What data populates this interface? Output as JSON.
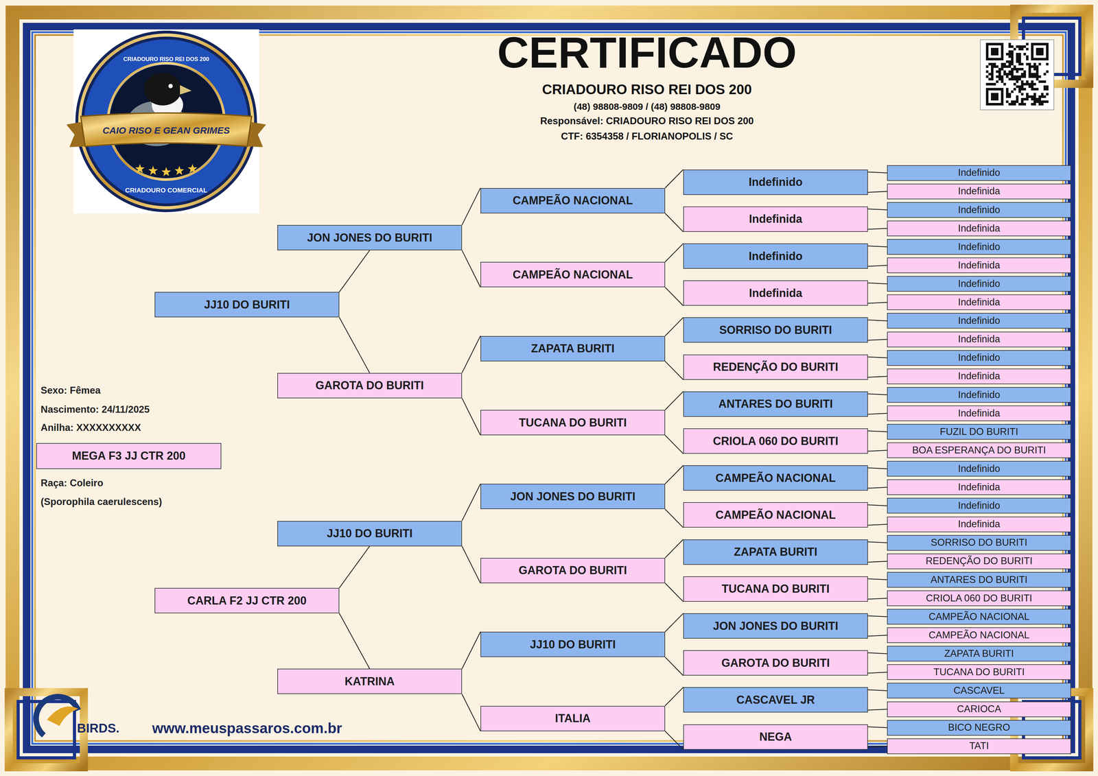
{
  "diagram": {
    "title": "CERTIFICADO",
    "nodes": [
      {
        "text": [
          "MEGA F3 JJ CTR 200"
        ]
      },
      {
        "text": [
          "JJ10 DO BURITI"
        ]
      },
      {
        "text": [
          "CARLA F2 JJ CTR 200"
        ]
      },
      {
        "text": [
          "JON JONES DO BURITI"
        ]
      },
      {
        "text": [
          "GAROTA DO BURITI"
        ]
      },
      {
        "text": [
          "JJ10 DO BURITI"
        ]
      },
      {
        "text": [
          "KATRINA"
        ]
      },
      {
        "text": [
          "CAMPEÃO NACIONAL"
        ]
      },
      {
        "text": [
          "CAMPEÃO NACIONAL"
        ]
      },
      {
        "text": [
          "ZAPATA BURITI"
        ]
      },
      {
        "text": [
          "TUCANA DO BURITI"
        ]
      },
      {
        "text": [
          "JON JONES DO BURITI"
        ]
      },
      {
        "text": [
          "GAROTA DO BURITI"
        ]
      },
      {
        "text": [
          "JJ10 DO BURITI"
        ]
      },
      {
        "text": [
          "ITALIA"
        ]
      },
      {
        "text": [
          "Indefinido"
        ]
      },
      {
        "text": [
          "Indefinida"
        ]
      },
      {
        "text": [
          "Indefinido"
        ]
      },
      {
        "text": [
          "Indefinida"
        ]
      },
      {
        "text": [
          "SORRISO DO BURITI"
        ]
      },
      {
        "text": [
          "REDENÇÃO DO BURITI"
        ]
      },
      {
        "text": [
          "ANTARES DO BURITI"
        ]
      },
      {
        "text": [
          "CRIOLA 060 DO BURITI"
        ]
      },
      {
        "text": [
          "CAMPEÃO NACIONAL"
        ]
      },
      {
        "text": [
          "CAMPEÃO NACIONAL"
        ]
      },
      {
        "text": [
          "ZAPATA BURITI"
        ]
      },
      {
        "text": [
          "TUCANA DO BURITI"
        ]
      },
      {
        "text": [
          "JON JONES DO BURITI"
        ]
      },
      {
        "text": [
          "GAROTA DO BURITI"
        ]
      },
      {
        "text": [
          "CASCAVEL JR"
        ]
      },
      {
        "text": [
          "NEGA"
        ]
      },
      {
        "text": [
          "Indefinido"
        ]
      },
      {
        "text": [
          "Indefinida"
        ]
      },
      {
        "text": [
          "Indefinido"
        ]
      },
      {
        "text": [
          "Indefinida"
        ]
      },
      {
        "text": [
          "Indefinido"
        ]
      },
      {
        "text": [
          "Indefinida"
        ]
      },
      {
        "text": [
          "Indefinido"
        ]
      },
      {
        "text": [
          "Indefinida"
        ]
      },
      {
        "text": [
          "Indefinido"
        ]
      },
      {
        "text": [
          "Indefinida"
        ]
      },
      {
        "text": [
          "Indefinido"
        ]
      },
      {
        "text": [
          "Indefinida"
        ]
      },
      {
        "text": [
          "Indefinido"
        ]
      },
      {
        "text": [
          "Indefinida"
        ]
      },
      {
        "text": [
          "FUZIL DO BURITI"
        ]
      },
      {
        "text": [
          "BOA ESPERANÇA DO BURITI"
        ]
      },
      {
        "text": [
          "Indefinido"
        ]
      },
      {
        "text": [
          "Indefinida"
        ]
      },
      {
        "text": [
          "Indefinido"
        ]
      },
      {
        "text": [
          "Indefinida"
        ]
      },
      {
        "text": [
          "SORRISO DO BURITI"
        ]
      },
      {
        "text": [
          "REDENÇÃO DO BURITI"
        ]
      },
      {
        "text": [
          "ANTARES DO BURITI"
        ]
      },
      {
        "text": [
          "CRIOLA 060 DO BURITI"
        ]
      },
      {
        "text": [
          "CAMPEÃO NACIONAL"
        ]
      },
      {
        "text": [
          "CAMPEÃO NACIONAL"
        ]
      },
      {
        "text": [
          "ZAPATA BURITI"
        ]
      },
      {
        "text": [
          "TUCANA DO BURITI"
        ]
      },
      {
        "text": [
          "CASCAVEL"
        ]
      },
      {
        "text": [
          "CARIOCA"
        ]
      },
      {
        "text": [
          "BICO NEGRO"
        ]
      },
      {
        "text": [
          "TATI"
        ]
      }
    ],
    "edges": [
      {
        "from": 1,
        "to": 3,
        "arrow": "none"
      },
      {
        "from": 1,
        "to": 4,
        "arrow": "none"
      },
      {
        "from": 2,
        "to": 5,
        "arrow": "none"
      },
      {
        "from": 2,
        "to": 6,
        "arrow": "none"
      },
      {
        "from": 3,
        "to": 7,
        "arrow": "none"
      },
      {
        "from": 3,
        "to": 8,
        "arrow": "none"
      },
      {
        "from": 4,
        "to": 9,
        "arrow": "none"
      },
      {
        "from": 4,
        "to": 10,
        "arrow": "none"
      },
      {
        "from": 5,
        "to": 11,
        "arrow": "none"
      },
      {
        "from": 5,
        "to": 12,
        "arrow": "none"
      },
      {
        "from": 6,
        "to": 13,
        "arrow": "none"
      },
      {
        "from": 6,
        "to": 14,
        "arrow": "none"
      },
      {
        "from": 7,
        "to": 15,
        "arrow": "none"
      },
      {
        "from": 7,
        "to": 16,
        "arrow": "none"
      },
      {
        "from": 8,
        "to": 17,
        "arrow": "none"
      },
      {
        "from": 8,
        "to": 18,
        "arrow": "none"
      },
      {
        "from": 9,
        "to": 19,
        "arrow": "none"
      },
      {
        "from": 9,
        "to": 20,
        "arrow": "none"
      },
      {
        "from": 10,
        "to": 21,
        "arrow": "none"
      },
      {
        "from": 10,
        "to": 22,
        "arrow": "none"
      },
      {
        "from": 11,
        "to": 23,
        "arrow": "none"
      },
      {
        "from": 11,
        "to": 24,
        "arrow": "none"
      },
      {
        "from": 12,
        "to": 25,
        "arrow": "none"
      },
      {
        "from": 12,
        "to": 26,
        "arrow": "none"
      },
      {
        "from": 13,
        "to": 27,
        "arrow": "none"
      },
      {
        "from": 13,
        "to": 28,
        "arrow": "none"
      },
      {
        "from": 14,
        "to": 29,
        "arrow": "none"
      },
      {
        "from": 14,
        "to": 30,
        "arrow": "none"
      },
      {
        "from": 15,
        "to": 31,
        "arrow": "none"
      },
      {
        "from": 15,
        "to": 32,
        "arrow": "none"
      },
      {
        "from": 16,
        "to": 33,
        "arrow": "none"
      },
      {
        "from": 16,
        "to": 34,
        "arrow": "none"
      },
      {
        "from": 17,
        "to": 35,
        "arrow": "none"
      },
      {
        "from": 17,
        "to": 36,
        "arrow": "none"
      },
      {
        "from": 18,
        "to": 37,
        "arrow": "none"
      },
      {
        "from": 18,
        "to": 38,
        "arrow": "none"
      },
      {
        "from": 19,
        "to": 39,
        "arrow": "none"
      },
      {
        "from": 19,
        "to": 40,
        "arrow": "none"
      },
      {
        "from": 20,
        "to": 41,
        "arrow": "none"
      },
      {
        "from": 20,
        "to": 42,
        "arrow": "none"
      },
      {
        "from": 21,
        "to": 43,
        "arrow": "none"
      },
      {
        "from": 21,
        "to": 44,
        "arrow": "none"
      },
      {
        "from": 22,
        "to": 45,
        "arrow": "none"
      },
      {
        "from": 22,
        "to": 46,
        "arrow": "none"
      },
      {
        "from": 23,
        "to": 47,
        "arrow": "none"
      },
      {
        "from": 23,
        "to": 48,
        "arrow": "none"
      },
      {
        "from": 24,
        "to": 49,
        "arrow": "none"
      },
      {
        "from": 24,
        "to": 50,
        "arrow": "none"
      },
      {
        "from": 25,
        "to": 51,
        "arrow": "none"
      },
      {
        "from": 25,
        "to": 52,
        "arrow": "none"
      },
      {
        "from": 26,
        "to": 53,
        "arrow": "none"
      },
      {
        "from": 26,
        "to": 54,
        "arrow": "none"
      },
      {
        "from": 27,
        "to": 55,
        "arrow": "none"
      },
      {
        "from": 27,
        "to": 56,
        "arrow": "none"
      },
      {
        "from": 28,
        "to": 57,
        "arrow": "none"
      },
      {
        "from": 28,
        "to": 58,
        "arrow": "none"
      },
      {
        "from": 29,
        "to": 59,
        "arrow": "none"
      },
      {
        "from": 29,
        "to": 60,
        "arrow": "none"
      },
      {
        "from": 30,
        "to": 61,
        "arrow": "none"
      },
      {
        "from": 30,
        "to": 62,
        "arrow": "none"
      }
    ],
    "labels": [
      "CRIADOURO RISO REI DOS 200",
      "(48) 98808-9809 / (48) 98808-9809",
      "Responsável: CRIADOURO RISO REI DOS 200",
      "CTF: 6354358 / FLORIANOPOLIS / SC",
      "CRIADOURO RISO REI DOS 200",
      "CAIO RISO E GEAN GRIMES",
      "CRIADOURO COMERCIAL",
      "Sexo: Fêmea",
      "Nascimento: 24/11/2025",
      "Anilha: XXXXXXXXXX",
      "Raça: Coleiro",
      "(Sporophila caerulescens)",
      "BIRDS.",
      "www.meuspassaros.com.br"
    ]
  }
}
